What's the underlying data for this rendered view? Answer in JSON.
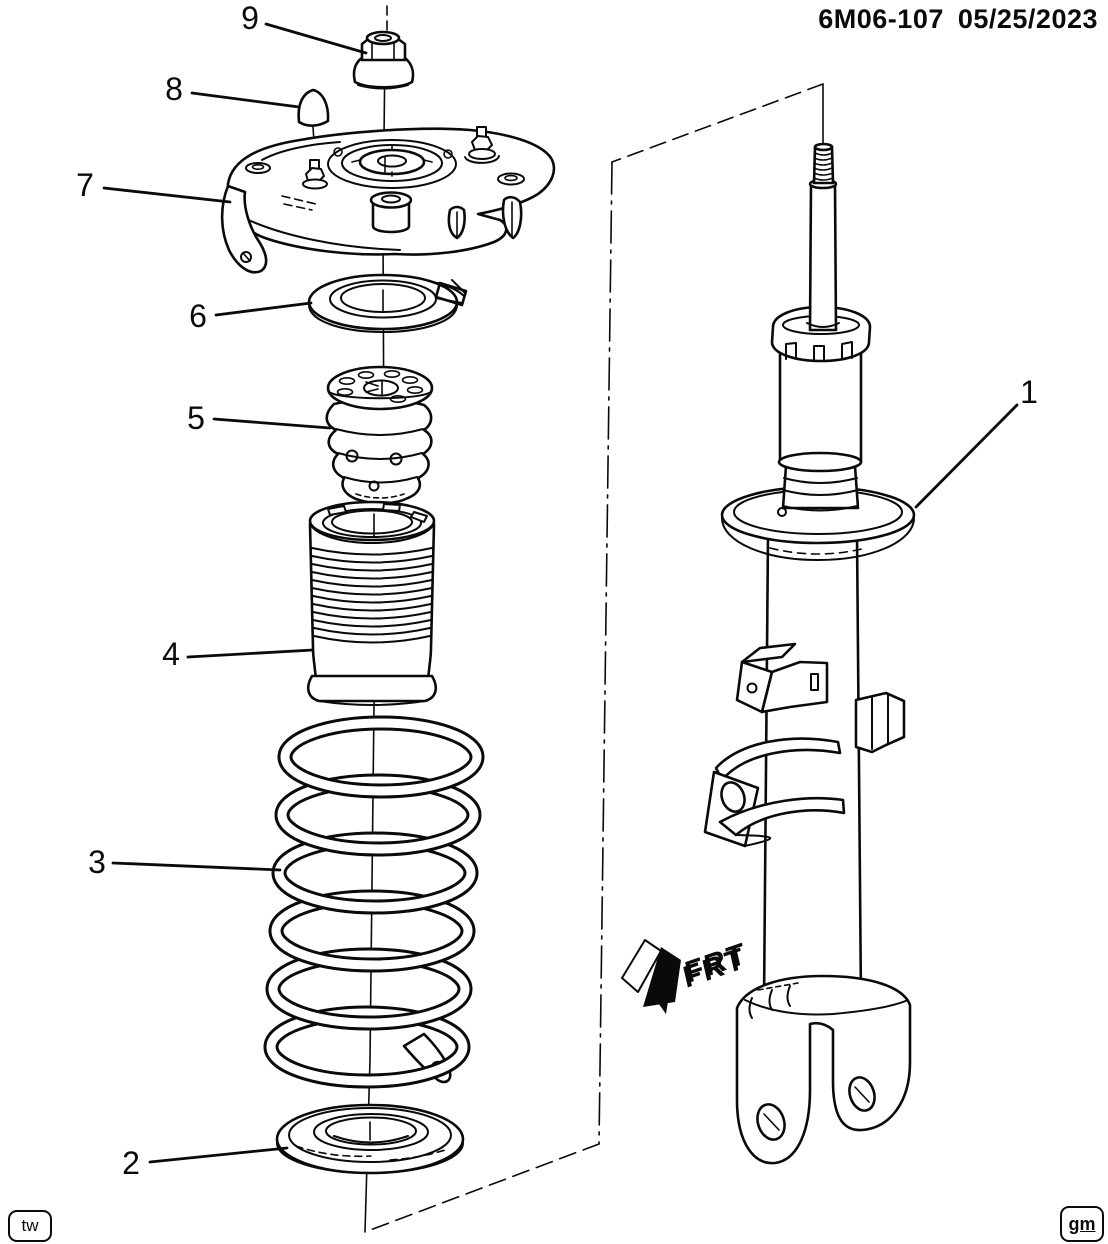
{
  "document": {
    "drawing_number": "6M06-107",
    "revision_date": "05/25/2023"
  },
  "callouts": {
    "c1": "1",
    "c2": "2",
    "c3": "3",
    "c4": "4",
    "c5": "5",
    "c6": "6",
    "c7": "7",
    "c8": "8",
    "c9": "9"
  },
  "direction_indicator": "FRT",
  "footer": {
    "left_badge": "tw",
    "right_badge": "gm"
  },
  "colors": {
    "line": "#0a0a0a",
    "background": "#ffffff"
  }
}
